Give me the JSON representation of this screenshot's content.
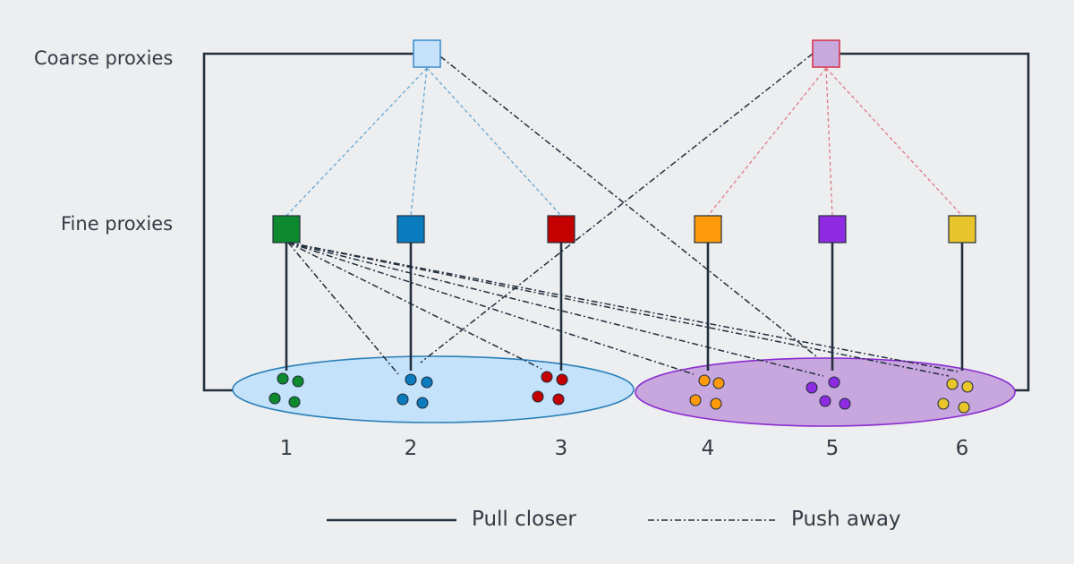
{
  "labels": {
    "coarse_row": "Coarse proxies",
    "fine_row": "Fine proxies"
  },
  "columns": [
    "1",
    "2",
    "3",
    "4",
    "5",
    "6"
  ],
  "legend": {
    "pull": "Pull closer",
    "push": "Push away"
  },
  "colors": {
    "background": "#eceeef",
    "line": "#232f3e",
    "coarse_blue_fill": "#c6e2fa",
    "coarse_blue_stroke": "#3f8fd0",
    "coarse_purple_fill": "#c7a9de",
    "coarse_purple_stroke": "#d9364e",
    "ellipse_blue_fill": "#c4e2fa",
    "ellipse_blue_stroke": "#2a7fb8",
    "ellipse_purple_fill": "#c7a7dd",
    "ellipse_purple_stroke": "#8a2bd0",
    "fine": [
      "#0e8a2e",
      "#0a7bbd",
      "#c40000",
      "#ff9a0a",
      "#8e2be2",
      "#e8c52a"
    ]
  }
}
